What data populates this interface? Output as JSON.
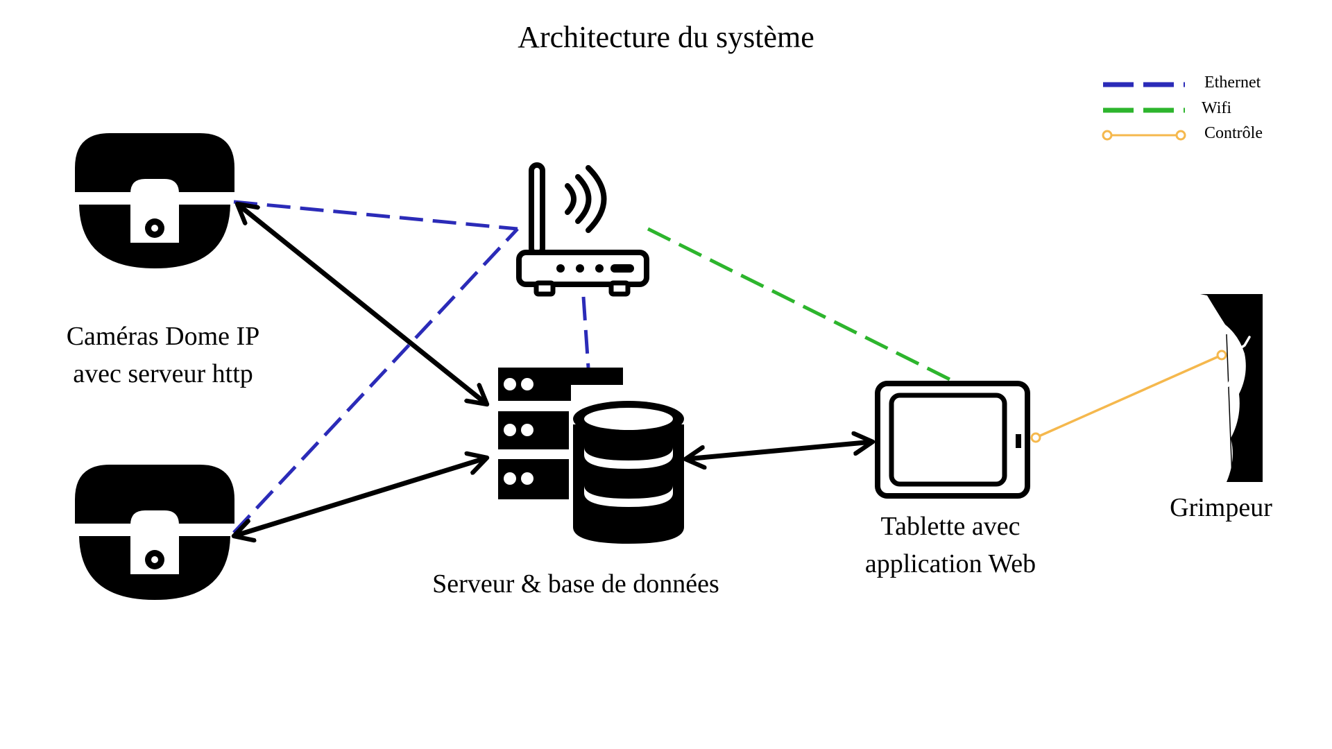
{
  "title": "Architecture du système",
  "nodes": {
    "cameras": {
      "label_line1": "Caméras Dome IP",
      "label_line2": "avec serveur http",
      "icon": "dome-camera-icon"
    },
    "router": {
      "icon": "wifi-router-icon"
    },
    "server": {
      "label": "Serveur & base de données",
      "icon": "server-database-icon"
    },
    "tablet": {
      "label_line1": "Tablette avec",
      "label_line2": "application Web",
      "icon": "tablet-icon"
    },
    "climber": {
      "label": "Grimpeur",
      "icon": "climber-icon"
    }
  },
  "legend": [
    {
      "label": "Ethernet",
      "style": "dashed",
      "color": "#2b2bb8"
    },
    {
      "label": "Wifi",
      "style": "dashed",
      "color": "#2db52d"
    },
    {
      "label": "Contrôle",
      "style": "line-with-circle-ends",
      "color": "#f5b84d"
    }
  ],
  "colors": {
    "ethernet": "#2b2bb8",
    "wifi": "#2db52d",
    "control": "#f5b84d",
    "arrow": "#000000"
  },
  "connections": [
    {
      "from": "camera-top",
      "to": "router",
      "type": "Ethernet"
    },
    {
      "from": "camera-bottom",
      "to": "router",
      "type": "Ethernet"
    },
    {
      "from": "server",
      "to": "router",
      "type": "Ethernet"
    },
    {
      "from": "tablet",
      "to": "router",
      "type": "Wifi"
    },
    {
      "from": "camera-top",
      "to": "server",
      "type": "bidirectional-arrow"
    },
    {
      "from": "camera-bottom",
      "to": "server",
      "type": "bidirectional-arrow"
    },
    {
      "from": "server",
      "to": "tablet",
      "type": "bidirectional-arrow"
    },
    {
      "from": "tablet",
      "to": "climber",
      "type": "Contrôle"
    }
  ]
}
